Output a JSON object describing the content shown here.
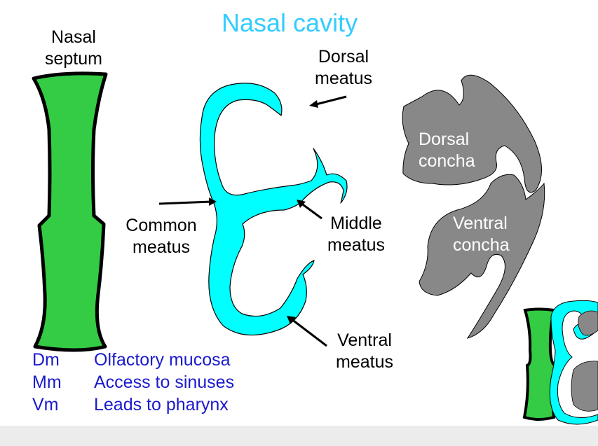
{
  "title": "Nasal cavity",
  "labels": {
    "septum_line1": "Nasal",
    "septum_line2": "septum",
    "dorsal_meatus_line1": "Dorsal",
    "dorsal_meatus_line2": "meatus",
    "dorsal_concha_line1": "Dorsal",
    "dorsal_concha_line2": "concha",
    "common_meatus_line1": "Common",
    "common_meatus_line2": "meatus",
    "middle_meatus_line1": "Middle",
    "middle_meatus_line2": "meatus",
    "ventral_concha_line1": "Ventral",
    "ventral_concha_line2": "concha",
    "ventral_meatus_line1": "Ventral",
    "ventral_meatus_line2": "meatus"
  },
  "legend": [
    {
      "abbr": "Dm",
      "meaning": "Olfactory mucosa"
    },
    {
      "abbr": "Mm",
      "meaning": "Access to sinuses"
    },
    {
      "abbr": "Vm",
      "meaning": "Leads to pharynx"
    }
  ],
  "colors": {
    "title": "#33ccff",
    "septum": "#33cc44",
    "meatus": "#00ffff",
    "concha": "#888888",
    "legend_text": "#1a1acc"
  }
}
